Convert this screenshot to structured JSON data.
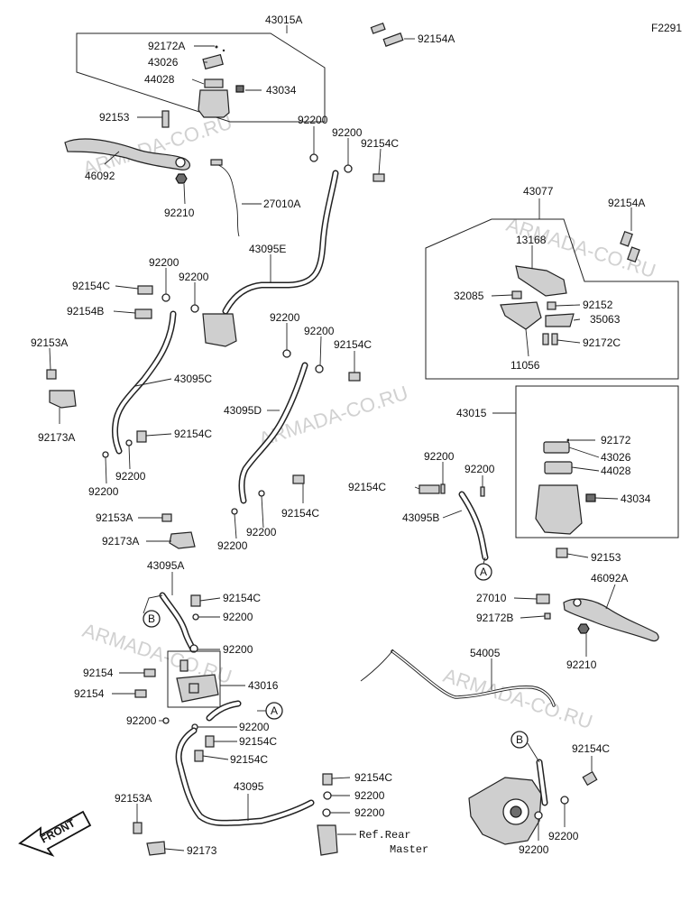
{
  "diagram_code": "F2291",
  "front_arrow_label": "FRONT",
  "watermark": "ARMADA-CO.RU",
  "ref_text_line1": "Ref.Rear",
  "ref_text_line2": "Master",
  "callouts": {
    "a1": "A",
    "a2": "A",
    "b1": "B",
    "b2": "B"
  },
  "labels": {
    "l43015A": "43015A",
    "l92154A_top": "92154A",
    "l92172A": "92172A",
    "l43026_top": "43026",
    "l44028_top": "44028",
    "l43034_top": "43034",
    "l92153_top": "92153",
    "l46092": "46092",
    "l92210_top": "92210",
    "l92200_a": "92200",
    "l92200_b": "92200",
    "l92154C_a": "92154C",
    "l27010A": "27010A",
    "l43095E": "43095E",
    "l92200_c": "92200",
    "l92200_d": "92200",
    "l92154C_b": "92154C",
    "l92154B": "92154B",
    "l92200_e": "92200",
    "l92200_f": "92200",
    "l92154C_c": "92154C",
    "l92153A_a": "92153A",
    "l43095C": "43095C",
    "l43095D": "43095D",
    "l92173A_a": "92173A",
    "l92154C_d": "92154C",
    "l92200_g": "92200",
    "l92200_h": "92200",
    "l92154C_e": "92154C",
    "l92200_i": "92200",
    "l92200_j": "92200",
    "l92153A_b": "92153A",
    "l92173A_b": "92173A",
    "l43077": "43077",
    "l92154A_r": "92154A",
    "l13168": "13168",
    "l32085": "32085",
    "l92152": "92152",
    "l35063": "35063",
    "l92172C": "92172C",
    "l11056": "11056",
    "l43015": "43015",
    "l92172": "92172",
    "l43026_r": "43026",
    "l44028_r": "44028",
    "l43034_r": "43034",
    "l92200_k": "92200",
    "l92200_l": "92200",
    "l92154C_f": "92154C",
    "l43095B": "43095B",
    "l92153_r": "92153",
    "l46092A": "46092A",
    "l27010": "27010",
    "l92172B": "92172B",
    "l92210_r": "92210",
    "l43095A": "43095A",
    "l92154C_g": "92154C",
    "l92200_m": "92200",
    "l92200_n": "92200",
    "l92154_a": "92154",
    "l43016": "43016",
    "l92154_b": "92154",
    "l92200_o": "92200",
    "l92200_p": "92200",
    "l92154C_h": "92154C",
    "l92154C_i": "92154C",
    "l54005": "54005",
    "l92154C_j": "92154C",
    "l43095": "43095",
    "l92200_q": "92200",
    "l92200_r": "92200",
    "l92154C_k": "92154C",
    "l92200_s": "92200",
    "l92200_t": "92200",
    "l92153A_c": "92153A",
    "l92173": "92173"
  }
}
